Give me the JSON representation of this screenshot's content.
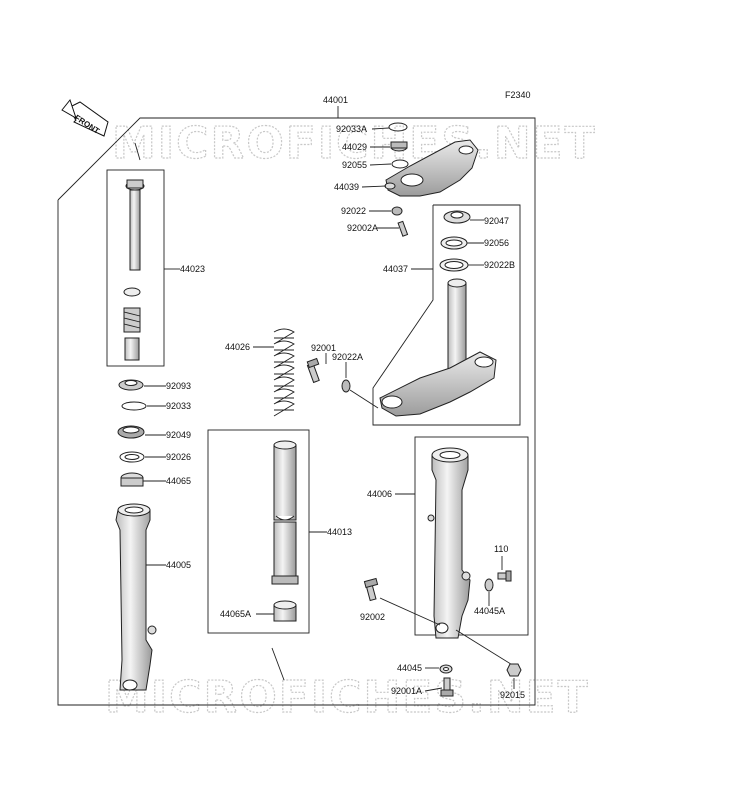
{
  "figure_code": "F2340",
  "front_arrow": "FRONT",
  "watermark": "MICROFICHES.NET",
  "labels": {
    "p44001": "44001",
    "p92033A": "92033A",
    "p44029": "44029",
    "p92055": "92055",
    "p44039": "44039",
    "p92022": "92022",
    "p92002A": "92002A",
    "p92047": "92047",
    "p92056": "92056",
    "p92022B": "92022B",
    "p44037": "44037",
    "p44023": "44023",
    "p44026": "44026",
    "p92001": "92001",
    "p92022A": "92022A",
    "p92093": "92093",
    "p92033": "92033",
    "p92049": "92049",
    "p92026": "92026",
    "p44065": "44065",
    "p44013": "44013",
    "p44006": "44006",
    "p44005": "44005",
    "p110": "110",
    "p44045A": "44045A",
    "p92002": "92002",
    "p44065A": "44065A",
    "p44045": "44045",
    "p92001A": "92001A",
    "p92015": "92015"
  }
}
